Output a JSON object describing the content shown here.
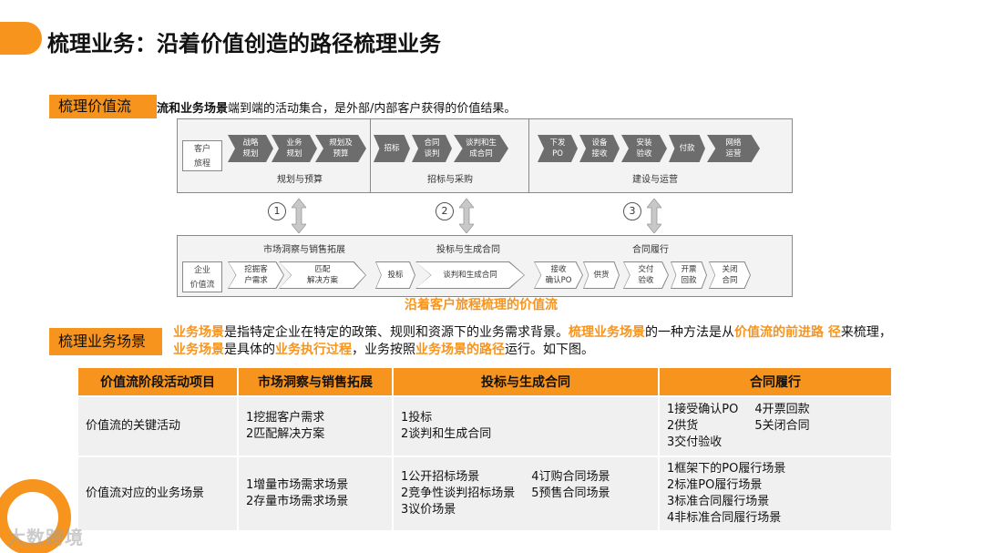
{
  "title": "梳理业务：沿着价值创造的路径梳理业务",
  "section1": {
    "label": "梳理价值流",
    "definition_prefix": "流和业务场景",
    "definition_text": "端到端的活动集合，是外部/内部客户获得的价值结果。"
  },
  "diagram": {
    "top_row_head": "客户\n旅程",
    "top_steps": [
      "战略\n规划",
      "业务\n规划",
      "规划及\n预算",
      "招标",
      "合同\n谈判",
      "谈判和生\n成合同",
      "下发\nPO",
      "设备\n接收",
      "安装\n验收",
      "付款",
      "网络\n运营"
    ],
    "top_stages": [
      "规划与预算",
      "招标与采购",
      "建设与运营"
    ],
    "circle_nums": [
      "1",
      "2",
      "3"
    ],
    "bottom_stages": [
      "市场洞察与销售拓展",
      "投标与生成合同",
      "合同履行"
    ],
    "bottom_row_head": "企业\n价值流",
    "bottom_steps": [
      "挖掘客\n户需求",
      "匹配\n解决方案",
      "投标",
      "谈判和生成合同",
      "接收\n确认PO",
      "供货",
      "交付\n验收",
      "开票\n回款",
      "关闭\n合同"
    ],
    "caption": "沿着客户旅程梳理的价值流"
  },
  "section2": {
    "label": "梳理业务场景",
    "desc_parts": [
      {
        "t": "业务场景",
        "o": true
      },
      {
        "t": "是指特定企业在特定的政策、规则和资源下的业务需求背景。",
        "o": false
      },
      {
        "t": "梳理业务场景",
        "o": true
      },
      {
        "t": "的一种方法是从",
        "o": false
      },
      {
        "t": "价值流的前进路 径",
        "o": true
      },
      {
        "t": "来梳理，",
        "o": false
      },
      {
        "t": "业务场景",
        "o": true
      },
      {
        "t": "是具体的",
        "o": false
      },
      {
        "t": "业务执行过程",
        "o": true
      },
      {
        "t": "，业务按照",
        "o": false
      },
      {
        "t": "业务场景的路径",
        "o": true
      },
      {
        "t": "运行。如下图。",
        "o": false
      }
    ]
  },
  "table": {
    "headers": [
      "价值流阶段活动项目",
      "市场洞察与销售拓展",
      "投标与生成合同",
      "合同履行"
    ],
    "row1": {
      "label": "价值流的关键活动",
      "c1": [
        "1挖掘客户需求",
        "2匹配解决方案"
      ],
      "c2": [
        "1投标",
        "2谈判和生成合同"
      ],
      "c3a": [
        "1接受确认PO",
        "2供货",
        "3交付验收"
      ],
      "c3b": [
        "4开票回款",
        "5关闭合同"
      ]
    },
    "row2": {
      "label": "价值流对应的业务场景",
      "c1": [
        "1增量市场需求场景",
        "2存量市场需求场景"
      ],
      "c2a": [
        "1公开招标场景",
        "2竞争性谈判招标场景",
        "3议价场景"
      ],
      "c2b": [
        "4订购合同场景",
        "5预售合同场景"
      ],
      "c3": [
        "1框架下的PO履行场景",
        "2标准PO履行场景",
        "3标准合同履行场景",
        "4非标准合同履行场景"
      ]
    }
  },
  "watermark": "大数跨境",
  "colors": {
    "accent": "#f7941d",
    "chevron_dark": "#6d6d6d",
    "cell_bg": "#f0f0f0"
  }
}
